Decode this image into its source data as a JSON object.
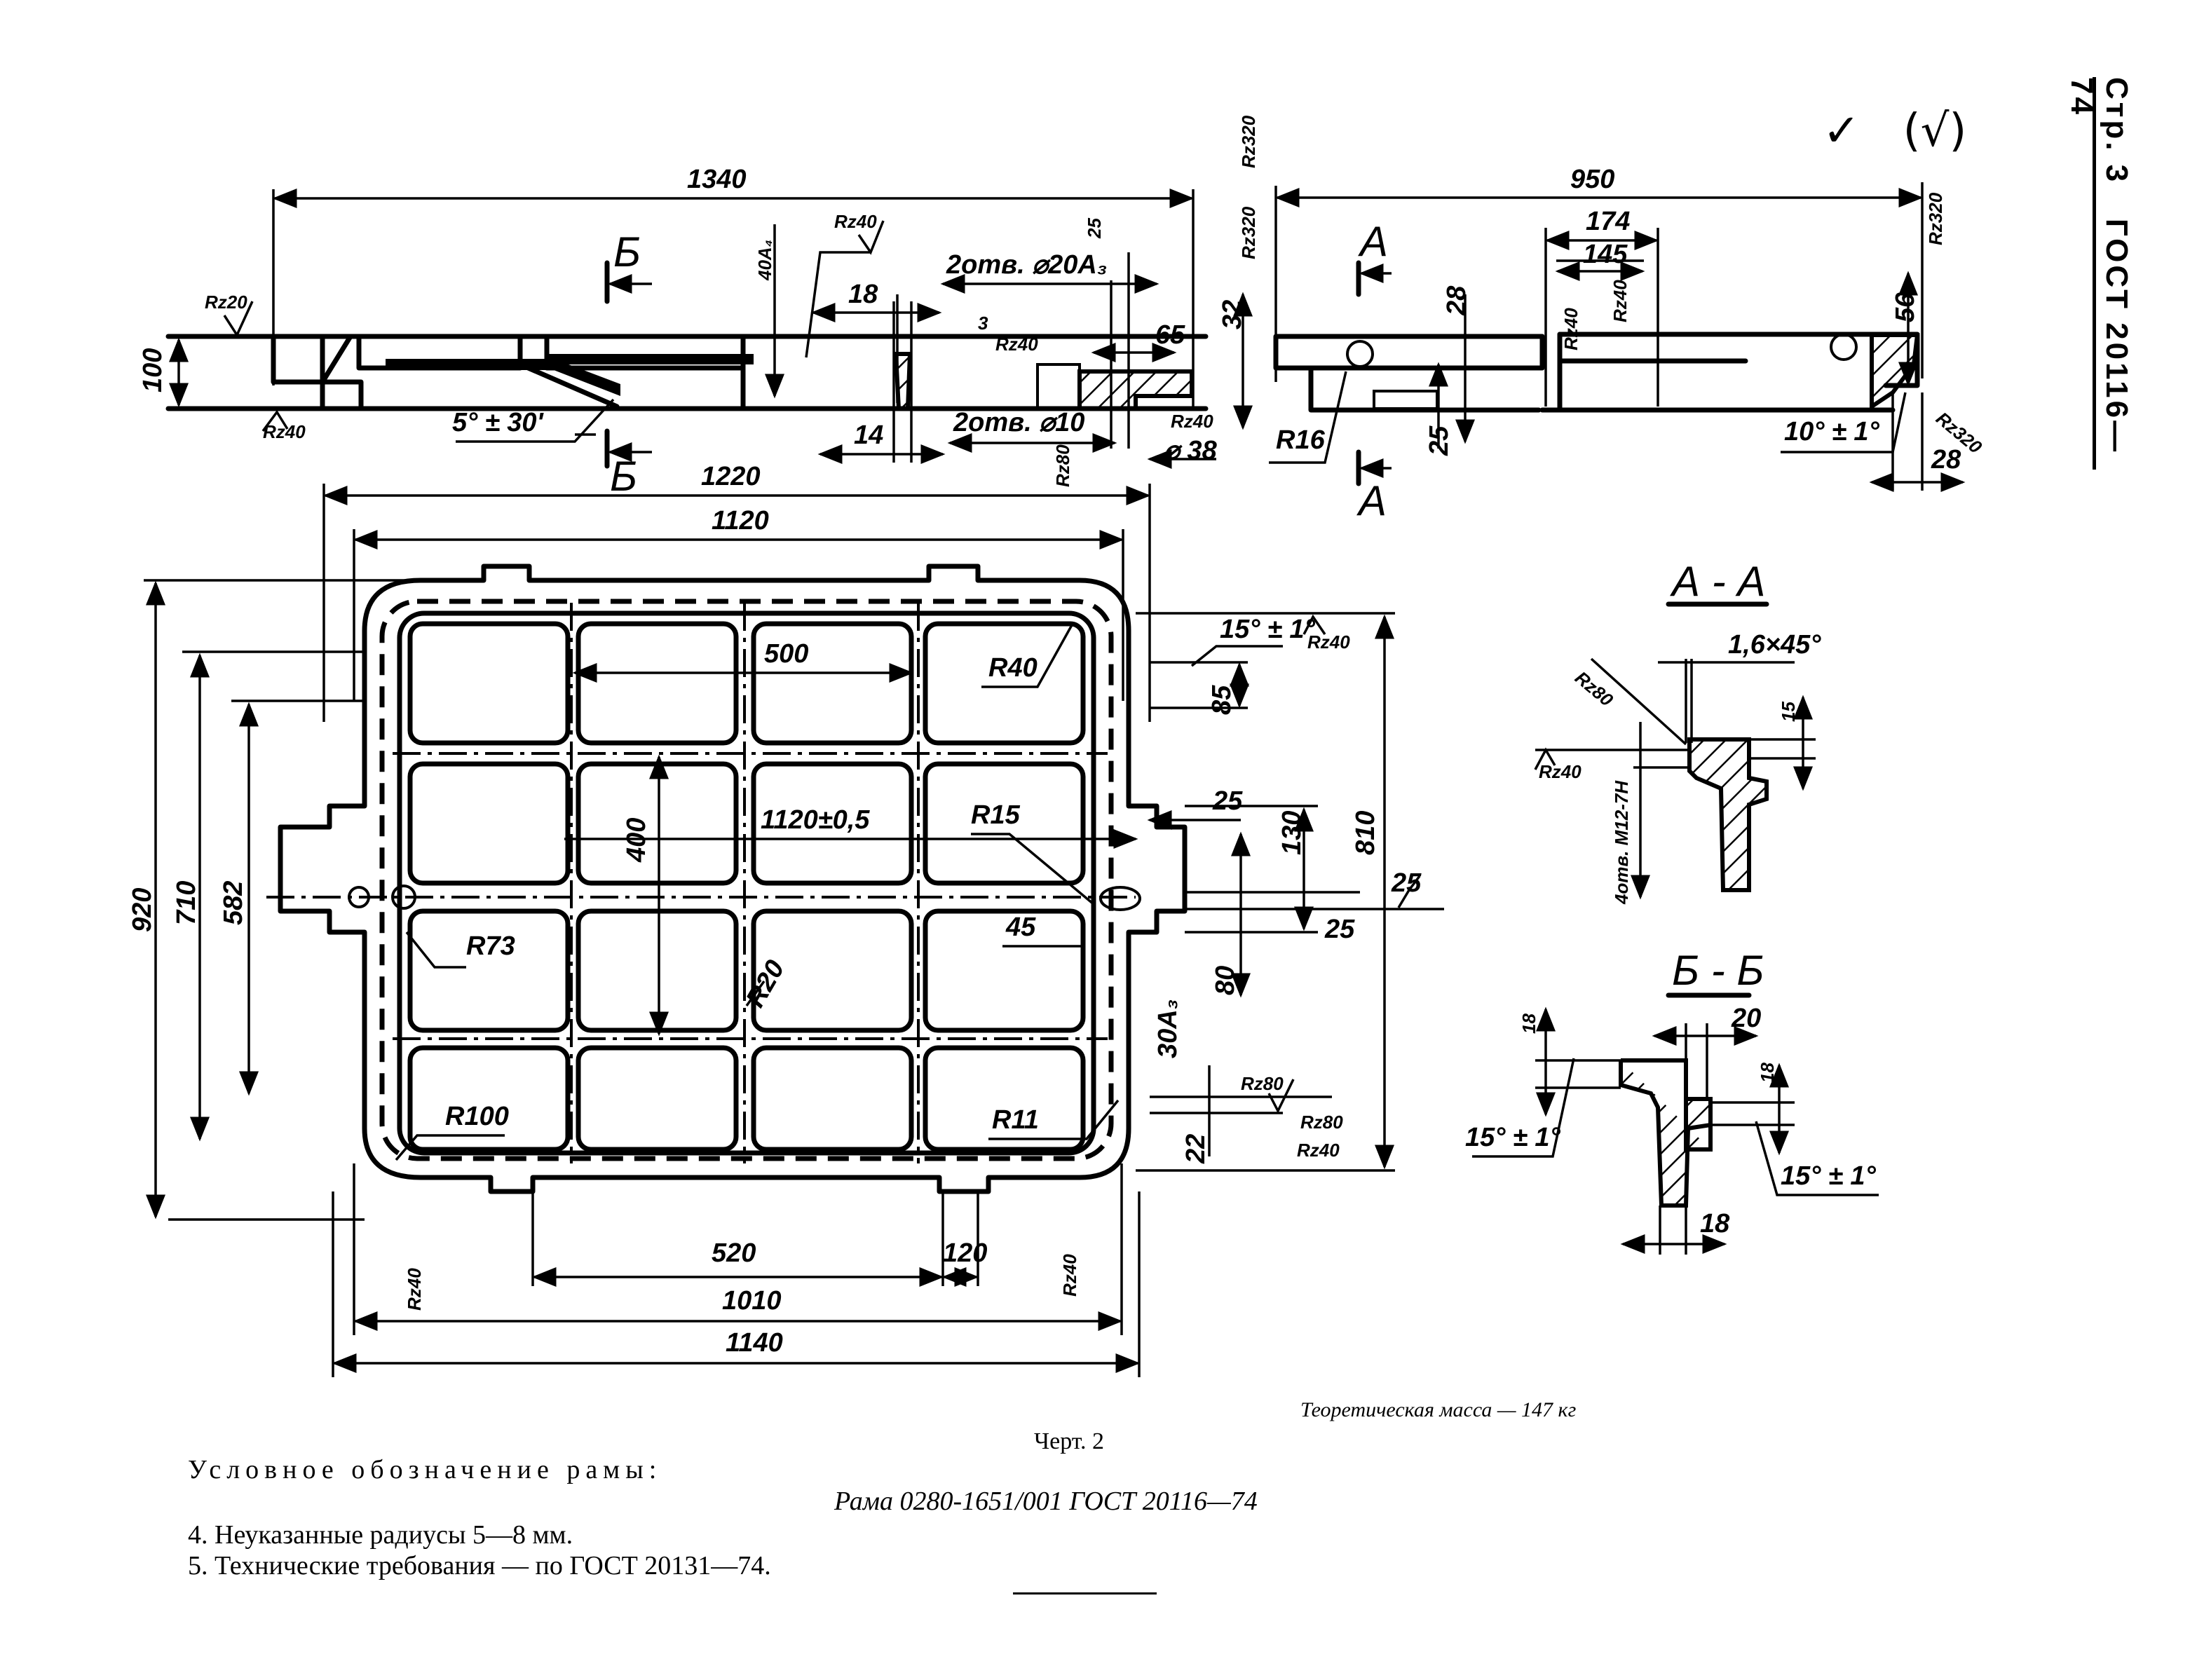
{
  "header": {
    "page_label": "Стр. 3",
    "standard": "ГОСТ 20116—74",
    "roughness_symbol": "✓",
    "roughness_general": "(√)"
  },
  "views": {
    "side_view_left": {
      "dims": {
        "overall_length": "1340",
        "height": "100",
        "angle": "5° ± 30'",
        "slot_top": "18",
        "slot_bottom": "14",
        "depth_3": "3",
        "holes_20": "2отв. ⌀20А₃",
        "holes_10": "2отв. ⌀10",
        "width_65": "65",
        "dia_38": "⌀ 38",
        "height_32": "32",
        "tol_40": "40А₄",
        "rough_25": "25"
      },
      "roughness": [
        "Rz20",
        "Rz40",
        "Rz40",
        "Rz40",
        "Rz40",
        "Rz80",
        "Rz320"
      ],
      "section_marks": [
        "Б",
        "Б"
      ]
    },
    "side_view_right": {
      "dims": {
        "overall_length": "950",
        "width_174": "174",
        "width_145": "145",
        "height_28": "28",
        "height_25": "25",
        "height_56": "56",
        "radius": "R16",
        "angle": "10° ± 1°",
        "width_28": "28"
      },
      "roughness": [
        "Rz320",
        "Rz40",
        "Rz40",
        "Rz320"
      ],
      "section_marks": [
        "А",
        "А"
      ]
    },
    "plan_view": {
      "dims": {
        "width_1220": "1220",
        "width_1120": "1120",
        "height_920": "920",
        "height_710": "710",
        "height_582": "582",
        "pitch_500": "500",
        "pitch_400": "400",
        "center_1120": "1120±0,5",
        "height_810": "810",
        "height_85": "85",
        "width_25": "25",
        "height_130": "130",
        "height_80": "80",
        "rough_25a": "25",
        "rough_25b": "25",
        "tol_30": "30А₃",
        "height_22": "22",
        "width_520": "520",
        "width_120": "120",
        "width_1010": "1010",
        "width_1140": "1140",
        "angle_15": "15° ± 1°"
      },
      "radii": [
        "R40",
        "R15",
        "R73",
        "R20",
        "R100",
        "R11",
        "45"
      ],
      "roughness": [
        "Rz40",
        "Rz80",
        "Rz80",
        "Rz40",
        "Rz40",
        "Rz40"
      ]
    },
    "section_AA": {
      "title": "А - А",
      "dims": {
        "chamfer": "1,6×45°",
        "height_15": "15",
        "thread": "4отв. М12-7Н"
      },
      "roughness": [
        "Rz80",
        "Rz40"
      ]
    },
    "section_BB": {
      "title": "Б - Б",
      "dims": {
        "top_18": "18",
        "width_20": "20",
        "right_18": "18",
        "bottom_18": "18",
        "angle_left": "15° ± 1°",
        "angle_right": "15° ± 1°"
      }
    }
  },
  "notes": {
    "mass": "Теоретическая масса — 147 кг",
    "drawing_no": "Черт. 2",
    "designation_label": "Условное обозначение рамы:",
    "designation": "Рама 0280-1651/001 ГОСТ 20116—74",
    "note_4": "4. Неуказанные радиусы 5—8 мм.",
    "note_5": "5. Технические требования — по ГОСТ 20131—74."
  }
}
